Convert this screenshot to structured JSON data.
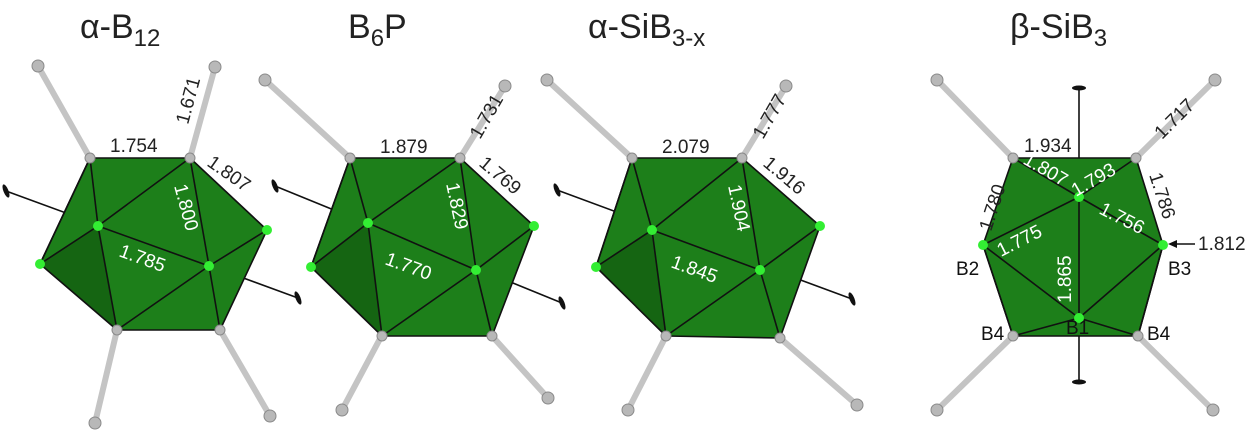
{
  "colors": {
    "face": "#1d7f1a",
    "face_dark": "#156512",
    "edge": "#111111",
    "green_atom": "#33ee33",
    "grey_atom": "#b8b8b8",
    "grey_bond": "#c4c4c4",
    "label_dark": "#222222",
    "label_light": "#ffffff"
  },
  "panels": [
    {
      "id": "alpha-B12",
      "title": {
        "pre": "α-B",
        "sub": "12",
        "post": ""
      },
      "labels": {
        "top": "1.754",
        "ext": "1.671",
        "right_edge": "1.807",
        "vertical": "1.800",
        "center": "1.785"
      }
    },
    {
      "id": "B6P",
      "title": {
        "pre": "B",
        "sub": "6",
        "post": "P"
      },
      "labels": {
        "top": "1.879",
        "ext": "1.731",
        "right_edge": "1.769",
        "vertical": "1.829",
        "center": "1.770"
      }
    },
    {
      "id": "alpha-SiB3-x",
      "title": {
        "pre": "α-SiB",
        "sub": "3-x",
        "post": ""
      },
      "labels": {
        "top": "2.079",
        "ext": "1.777",
        "right_edge": "1.916",
        "vertical": "1.904",
        "center": "1.845"
      }
    },
    {
      "id": "beta-SiB3",
      "title": {
        "pre": "β-SiB",
        "sub": "3",
        "post": ""
      },
      "labels": {
        "top": "1.934",
        "ext": "1.717",
        "left_edge": "1.780",
        "right_edge": "1.786",
        "upper_left": "1.807",
        "upper_right": "1.793",
        "lower_left": "1.775",
        "lower_right": "1.756",
        "vertical": "1.865",
        "arrow_value": "1.812"
      },
      "site_labels": {
        "b1": "B1",
        "b2": "B2",
        "b3": "B3",
        "b4_left": "B4",
        "b4_right": "B4"
      }
    }
  ]
}
